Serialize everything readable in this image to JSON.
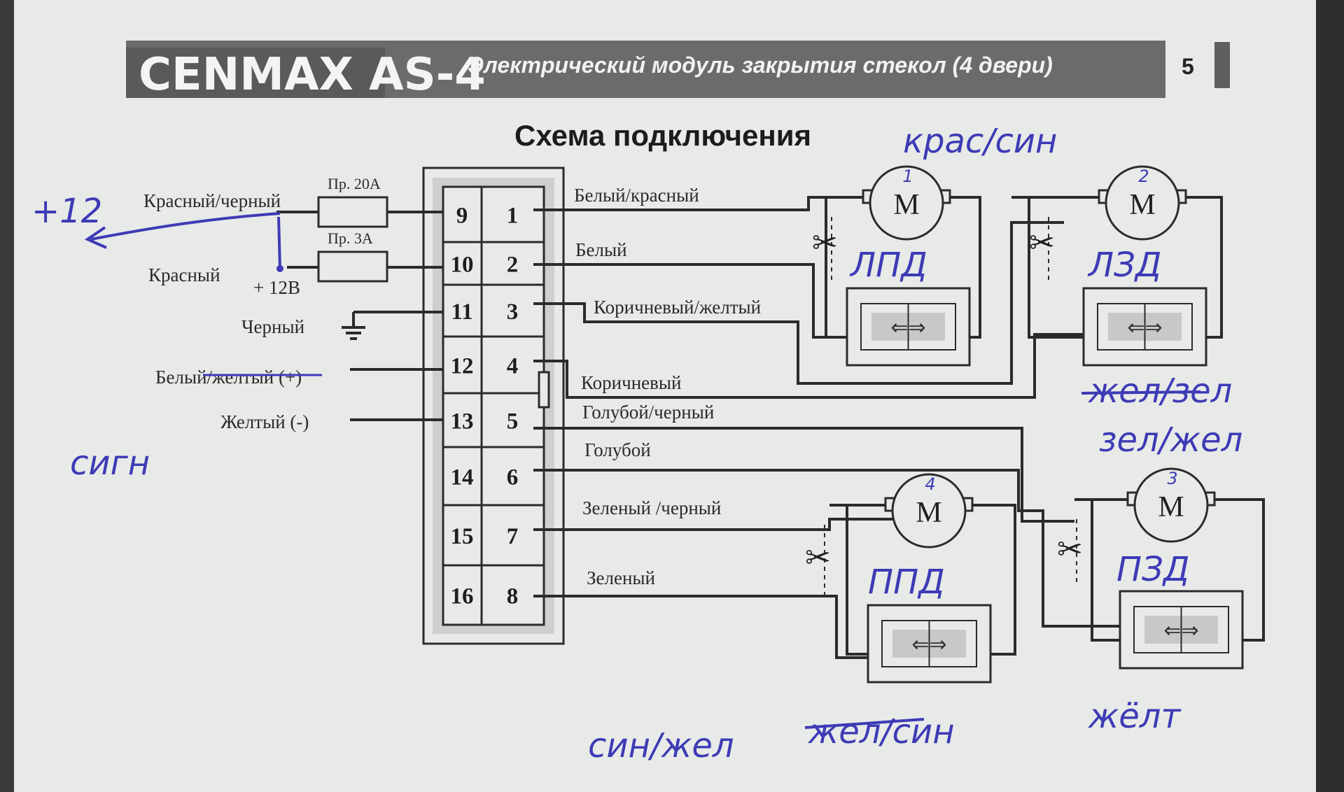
{
  "header": {
    "brand": "CENMAX AS-4",
    "title": "Электрический модуль закрытия стекол (4 двери)",
    "page_number": "5"
  },
  "section_title": "Схема подключения",
  "fuses": [
    {
      "label": "Пр. 20А"
    },
    {
      "label": "Пр. 3А"
    }
  ],
  "left_wires": [
    {
      "label": "Красный/черный"
    },
    {
      "label": "Красный"
    },
    {
      "label": "+ 12В"
    },
    {
      "label": "Черный"
    },
    {
      "label": "Белый/желтый (+)"
    },
    {
      "label": "Желтый (-)"
    }
  ],
  "connector": {
    "rows": [
      {
        "left": "9",
        "right": "1"
      },
      {
        "left": "10",
        "right": "2"
      },
      {
        "left": "11",
        "right": "3"
      },
      {
        "left": "12",
        "right": "4"
      },
      {
        "left": "13",
        "right": "5"
      },
      {
        "left": "14",
        "right": "6"
      },
      {
        "left": "15",
        "right": "7"
      },
      {
        "left": "16",
        "right": "8"
      }
    ]
  },
  "right_wires": [
    {
      "label": "Белый/красный"
    },
    {
      "label": "Белый"
    },
    {
      "label": "Коричневый/желтый"
    },
    {
      "label": "Коричневый"
    },
    {
      "label": "Голубой/черный"
    },
    {
      "label": "Голубой"
    },
    {
      "label": "Зеленый /черный"
    },
    {
      "label": "Зеленый"
    }
  ],
  "motors": [
    {
      "label": "M",
      "number": "1",
      "door": "ЛПД"
    },
    {
      "label": "M",
      "number": "2",
      "door": "ЛЗД"
    },
    {
      "label": "M",
      "number": "3",
      "door": "ПЗД"
    },
    {
      "label": "M",
      "number": "4",
      "door": "ППД"
    }
  ],
  "switch_symbol": "⇐⇒",
  "handwritten": {
    "plus12": "+12",
    "kras_sin": "крас/син",
    "sign": "сигн",
    "zhel_zel_struck": "жел/зел",
    "zel_zhel": "зел/жел",
    "sin_zhel": "син/жел",
    "zhel_sin_struck": "жел/син",
    "zhelt": "жёлт"
  },
  "colors": {
    "header_bar": "#6b6b6b",
    "paper": "#e9ebe9",
    "ink": "#2b2b2b",
    "pen": "#3d3bb5"
  }
}
